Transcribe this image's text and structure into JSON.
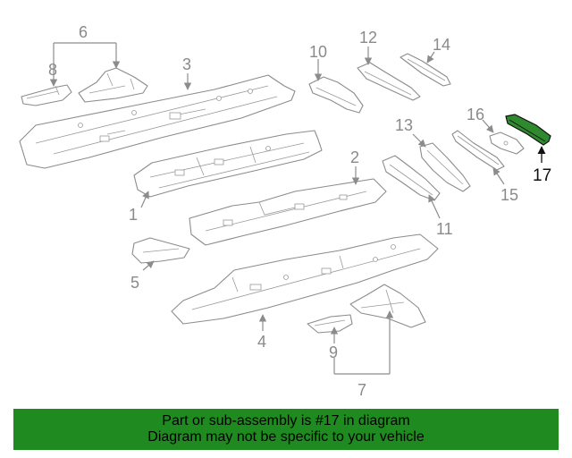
{
  "diagram": {
    "callouts": {
      "c1": "1",
      "c2": "2",
      "c3": "3",
      "c4": "4",
      "c5": "5",
      "c6": "6",
      "c7": "7",
      "c8": "8",
      "c9": "9",
      "c10": "10",
      "c11": "11",
      "c12": "12",
      "c13": "13",
      "c14": "14",
      "c15": "15",
      "c16": "16",
      "c17": "17"
    },
    "highlighted_part": "17",
    "colors": {
      "highlight_part": "#2f8a2f",
      "line": "#8c8c8c",
      "banner": "#1f8a1f"
    }
  },
  "banner": {
    "line1": "Part or sub-assembly is #17 in diagram",
    "line2": "Diagram may not be specific to your vehicle"
  }
}
